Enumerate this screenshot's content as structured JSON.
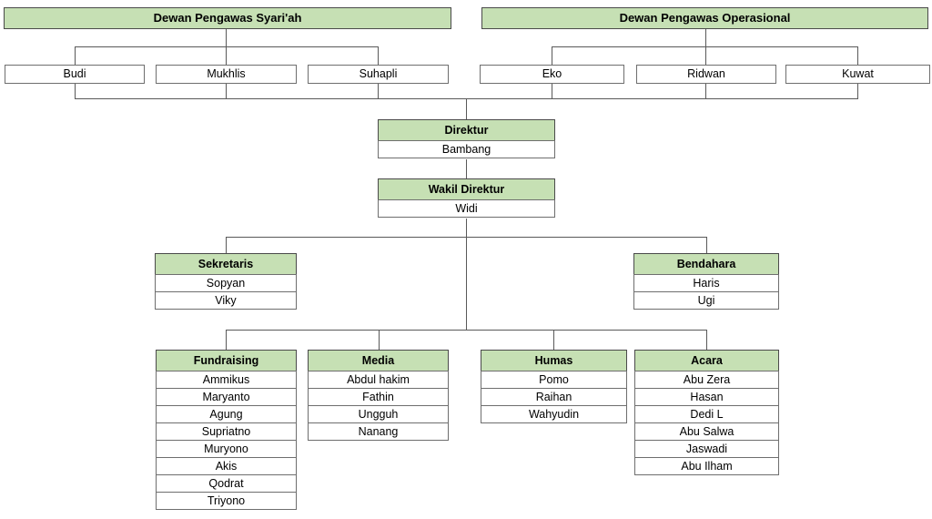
{
  "org": {
    "top_left": {
      "title": "Dewan Pengawas Syari'ah",
      "members": [
        "Budi",
        "Mukhlis",
        "Suhapli"
      ]
    },
    "top_right": {
      "title": "Dewan Pengawas Operasional",
      "members": [
        "Eko",
        "Ridwan",
        "Kuwat"
      ]
    },
    "direktur": {
      "title": "Direktur",
      "members": [
        "Bambang"
      ]
    },
    "wakil_direktur": {
      "title": "Wakil Direktur",
      "members": [
        "Widi"
      ]
    },
    "sekretaris": {
      "title": "Sekretaris",
      "members": [
        "Sopyan",
        "Viky"
      ]
    },
    "bendahara": {
      "title": "Bendahara",
      "members": [
        "Haris",
        "Ugi"
      ]
    },
    "fundraising": {
      "title": "Fundraising",
      "members": [
        "Ammikus",
        "Maryanto",
        "Agung",
        "Supriatno",
        "Muryono",
        "Akis",
        "Qodrat",
        "Triyono"
      ]
    },
    "media": {
      "title": "Media",
      "members": [
        "Abdul hakim",
        "Fathin",
        "Ungguh",
        "Nanang"
      ]
    },
    "humas": {
      "title": "Humas",
      "members": [
        "Pomo",
        "Raihan",
        "Wahyudin"
      ]
    },
    "acara": {
      "title": "Acara",
      "members": [
        "Abu Zera",
        "Hasan",
        "Dedi L",
        "Abu Salwa",
        "Jaswadi",
        "Abu Ilham"
      ]
    }
  },
  "colors": {
    "header_fill": "#c6e0b4",
    "header_border": "#4a4a4a",
    "box_border": "#6e6e6e",
    "connector_line": "#595959",
    "text": "#000000",
    "background": "#ffffff"
  }
}
